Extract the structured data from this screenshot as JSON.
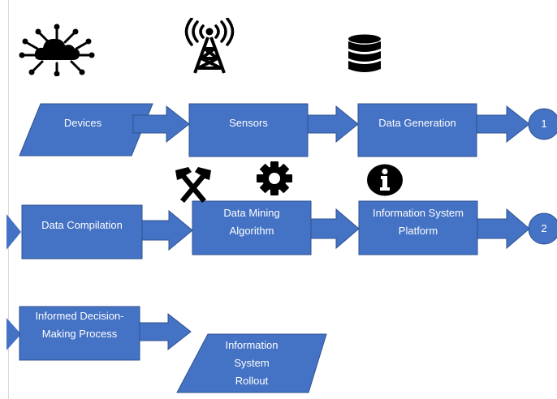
{
  "nodes": {
    "devices": "Devices",
    "sensors": "Sensors",
    "data_generation": "Data Generation",
    "data_compilation": "Data Compilation",
    "data_mining": "Data Mining Algorithm",
    "info_platform": "Information System Platform",
    "informed_decision": "Informed Decision-Making Process",
    "info_rollout": "Information System Rollout"
  },
  "connectors": [
    "1",
    "2"
  ],
  "icons": [
    "cloud-network-icon",
    "radio-tower-icon",
    "database-icon",
    "hammers-icon",
    "gear-icon",
    "info-icon"
  ],
  "colors": {
    "box_fill": "#4472c4",
    "box_stroke": "#2f528f",
    "icon": "#000000"
  }
}
